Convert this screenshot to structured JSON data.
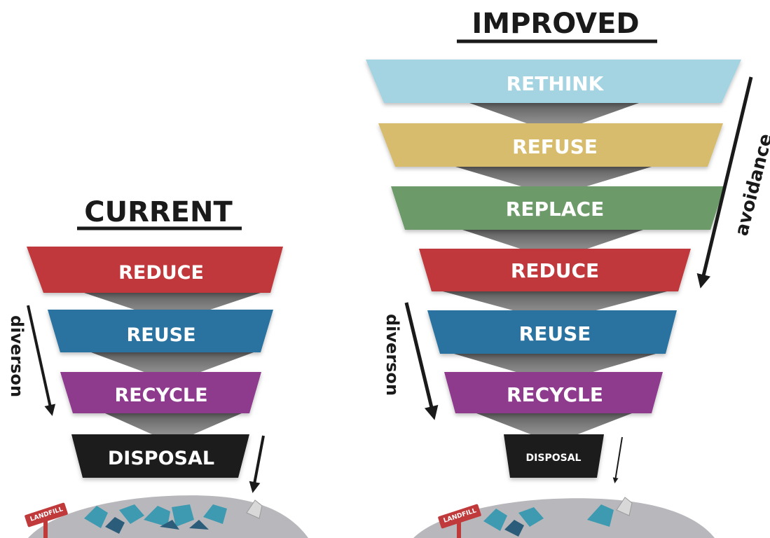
{
  "current": {
    "title": "CURRENT",
    "tiers": [
      {
        "label": "REDUCE",
        "color": "#c0393b"
      },
      {
        "label": "REUSE",
        "color": "#2a73a0"
      },
      {
        "label": "RECYCLE",
        "color": "#8e3a8e"
      },
      {
        "label": "DISPOSAL",
        "color": "#1c1c1c"
      }
    ],
    "side_label": "diverson",
    "landfill_sign": "LANDFILL"
  },
  "improved": {
    "title": "IMPROVED",
    "tiers": [
      {
        "label": "RETHINK",
        "color": "#a4d4e2"
      },
      {
        "label": "REFUSE",
        "color": "#d6bc6c"
      },
      {
        "label": "REPLACE",
        "color": "#6d9a69"
      },
      {
        "label": "REDUCE",
        "color": "#c0393b"
      },
      {
        "label": "REUSE",
        "color": "#2a73a0"
      },
      {
        "label": "RECYCLE",
        "color": "#8e3a8e"
      },
      {
        "label": "DISPOSAL",
        "color": "#1c1c1c"
      }
    ],
    "side_label_avoidance": "avoidance",
    "side_label_diversion": "diverson",
    "landfill_sign": "LANDFILL"
  },
  "colors": {
    "connector": "#7d7d7d",
    "landfill_ground": "#b8b8bc",
    "sign_red": "#c0393b",
    "debris_teal": "#3e9ab0",
    "debris_dark": "#2b5d7a"
  }
}
